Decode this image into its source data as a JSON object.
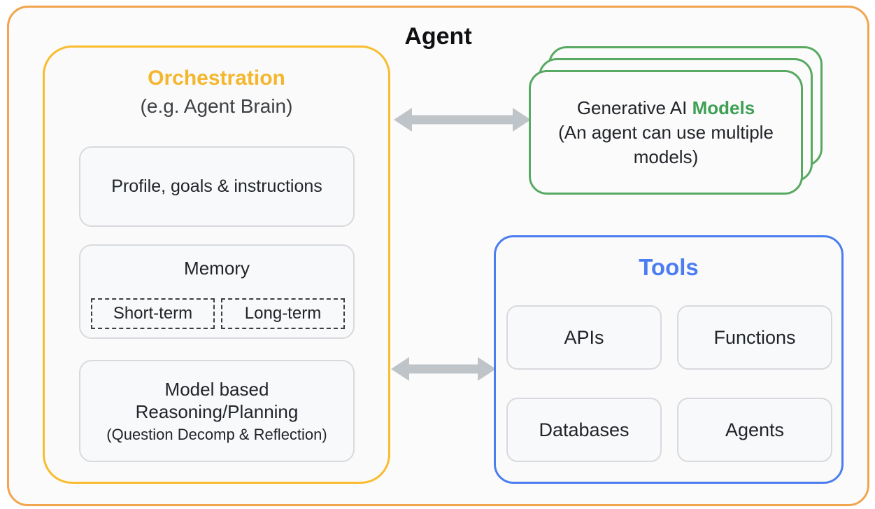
{
  "diagram": {
    "title": "Agent",
    "orchestration": {
      "title": "Orchestration",
      "subtitle": "(e.g. Agent Brain)",
      "profile_label": "Profile, goals & instructions",
      "memory": {
        "title": "Memory",
        "short_term": "Short-term",
        "long_term": "Long-term"
      },
      "reasoning": {
        "line1": "Model based",
        "line2": "Reasoning/Planning",
        "line3": "(Question Decomp & Reflection)"
      }
    },
    "models": {
      "title_prefix": "Generative AI ",
      "title_highlight": "Models",
      "subtitle": "(An agent can use multiple models)"
    },
    "tools": {
      "title": "Tools",
      "items": [
        "APIs",
        "Functions",
        "Databases",
        "Agents"
      ]
    },
    "colors": {
      "outer_border": "#F2A44E",
      "orchestration_accent": "#F4B62C",
      "orchestration_border": "#F8BC2D",
      "models_accent": "#3EA054",
      "models_border": "#58A961",
      "tools_accent": "#4C7DF0",
      "arrow": "#BFC4C9",
      "chip_background": "#F8F9FA",
      "chip_border": "#D8DADD"
    }
  }
}
